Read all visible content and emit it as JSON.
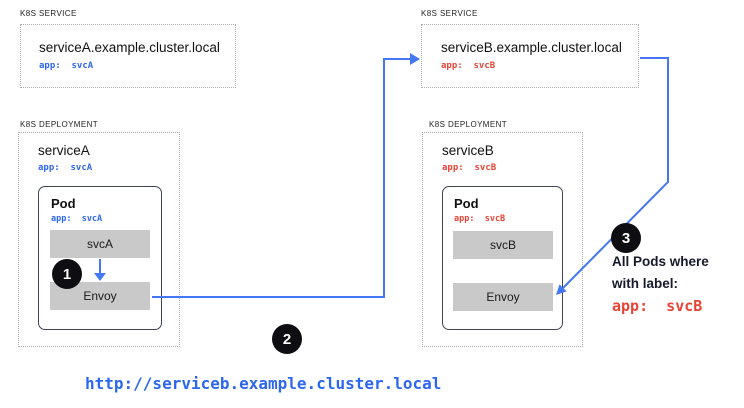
{
  "colors": {
    "line_blue": "#4377f3",
    "text_blue": "#2d66f1",
    "label_red": "#e94335",
    "container_gray": "#c9c9c9",
    "badge_black": "#0e0e12"
  },
  "service_a": {
    "kind": "K8S SERVICE",
    "name": "serviceA.example.cluster.local",
    "selector": "app:  svcA"
  },
  "service_b": {
    "kind": "K8S SERVICE",
    "name": "serviceB.example.cluster.local",
    "selector": "app:  svcB"
  },
  "deployment_a": {
    "kind": "K8S DEPLOYMENT",
    "name": "serviceA",
    "selector": "app:  svcA",
    "pod": {
      "title": "Pod",
      "selector": "app:  svcA",
      "app_container": "svcA",
      "proxy_container": "Envoy"
    }
  },
  "deployment_b": {
    "kind": "K8S DEPLOYMENT",
    "name": "serviceB",
    "selector": "app:  svcB",
    "pod": {
      "title": "Pod",
      "selector": "app:  svcB",
      "app_container": "svcB",
      "proxy_container": "Envoy"
    }
  },
  "badges": {
    "step1": "1",
    "step2": "2",
    "step3": "3"
  },
  "step3": {
    "line1": "All Pods where",
    "line2": "with label:",
    "selector": "app:  svcB"
  },
  "footer_url": "http://serviceb.example.cluster.local"
}
